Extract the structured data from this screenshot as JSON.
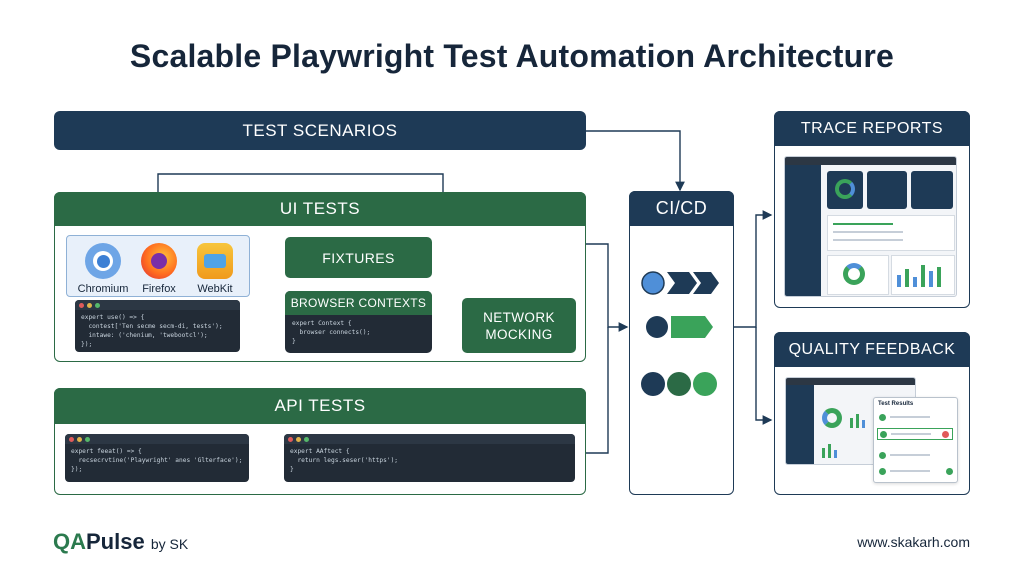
{
  "title": "Scalable Playwright Test Automation Architecture",
  "test_scenarios": "TEST SCENARIOS",
  "ui_tests": {
    "header": "UI TESTS",
    "browsers": [
      {
        "name": "Chromium",
        "icon": "chromium-icon"
      },
      {
        "name": "Firefox",
        "icon": "firefox-icon"
      },
      {
        "name": "WebKit",
        "icon": "webkit-icon"
      }
    ],
    "code": "expert use() => {\n  contest['Ten secme secm-di, tests');\n  intawe: ('chenium, 'twebootcl');\n});",
    "fixtures": "FIXTURES",
    "browser_contexts": "BROWSER CONTEXTS",
    "contexts_code": "expert Context {\n  browser connects();\n}",
    "network_mocking": "NETWORK MOCKING"
  },
  "api_tests": {
    "header": "API TESTS",
    "code1": "expert feeat() => {\n  recsecrvtine('Playwright' anes 'Glterface');\n});",
    "code2": "expert AAftect {\n  return legs.seser('https');\n}"
  },
  "cicd": "CI/CD",
  "trace_reports": "TRACE REPORTS",
  "quality_feedback": "QUALITY FEEDBACK",
  "quality_panel_label": "Test Results",
  "footer": {
    "brand_q": "QA",
    "brand_rest": "Pulse",
    "by": "by SK",
    "url": "www.skakarh.com"
  },
  "colors": {
    "navy": "#1e3a56",
    "green": "#2b6a45",
    "light_green": "#3aa35a",
    "blue": "#4f8fd8"
  }
}
